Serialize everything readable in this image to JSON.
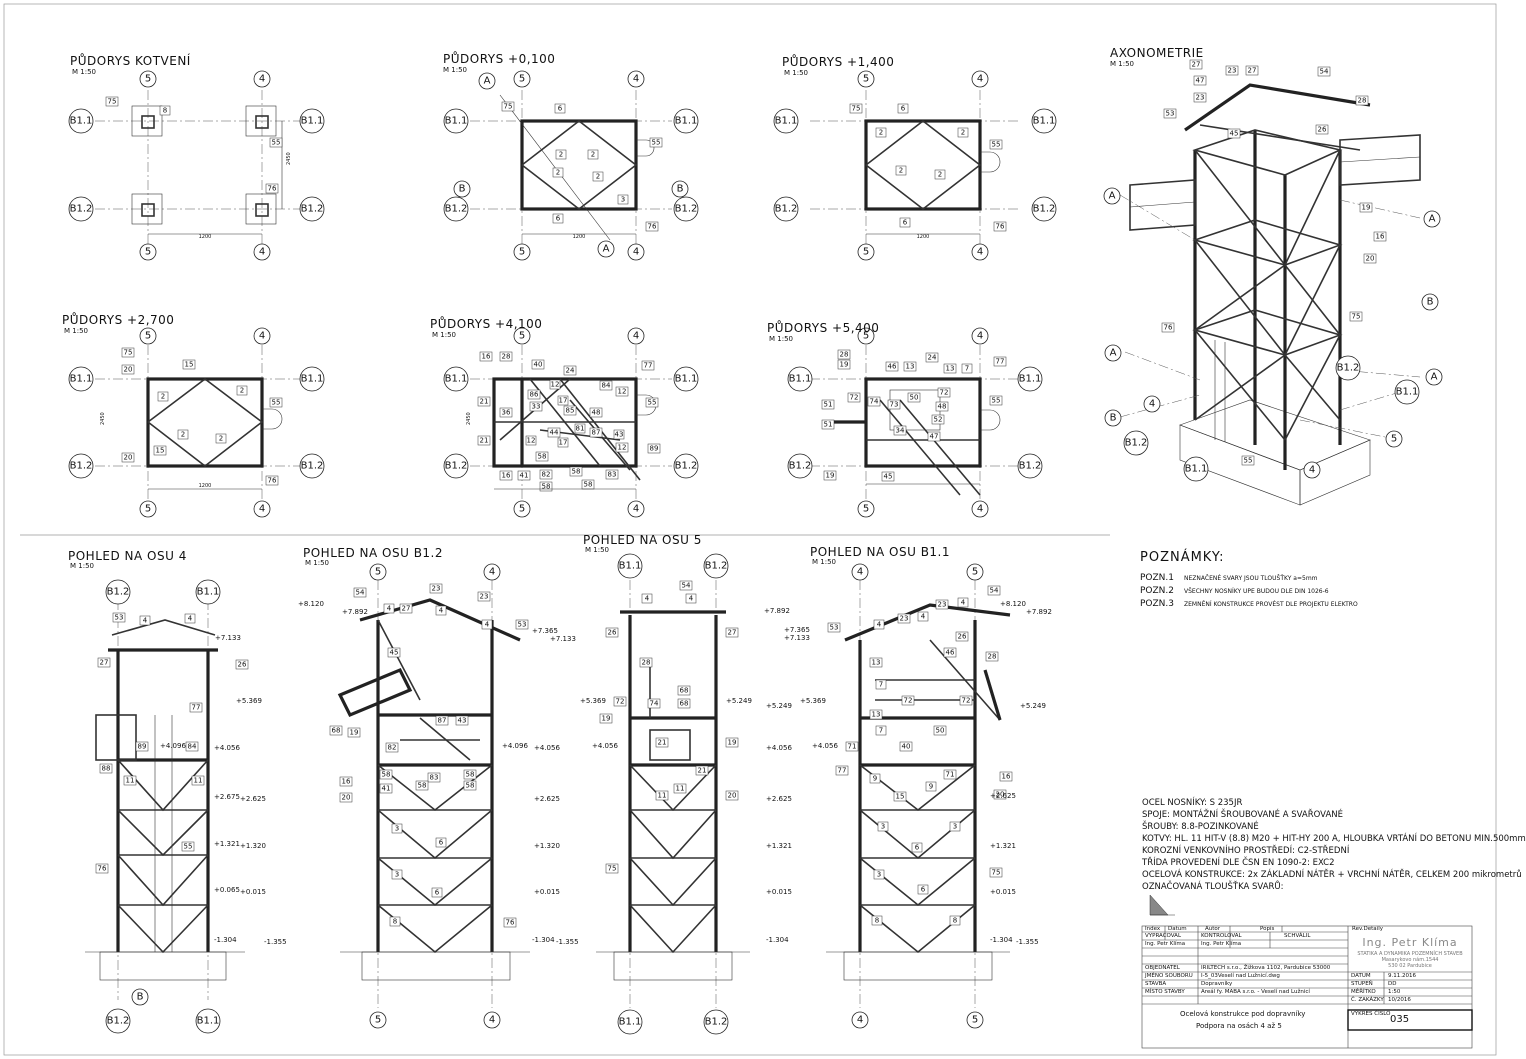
{
  "views": [
    {
      "title": "PŮDORYS KOTVENÍ",
      "scale": "M 1:50"
    },
    {
      "title": "PŮDORYS +0,100",
      "scale": "M 1:50"
    },
    {
      "title": "PŮDORYS +1,400",
      "scale": "M 1:50"
    },
    {
      "title": "AXONOMETRIE",
      "scale": "M 1:50"
    },
    {
      "title": "PŮDORYS +2,700",
      "scale": "M 1:50"
    },
    {
      "title": "PŮDORYS +4,100",
      "scale": "M 1:50"
    },
    {
      "title": "PŮDORYS +5,400",
      "scale": "M 1:50"
    },
    {
      "title": "POHLED NA OSU 4",
      "scale": "M 1:50"
    },
    {
      "title": "POHLED NA OSU B1.2",
      "scale": "M 1:50"
    },
    {
      "title": "POHLED NA OSU 5",
      "scale": "M 1:50"
    },
    {
      "title": "POHLED NA OSU B1.1",
      "scale": "M 1:50"
    }
  ],
  "axis_labels": {
    "a5": "5",
    "a4": "4",
    "b11": "B1.1",
    "b12": "B1.2",
    "A": "A",
    "B": "B"
  },
  "plan_dims": {
    "span_x": "1200",
    "span_y": "2450"
  },
  "levels": [
    "+8.120",
    "+7.892",
    "+7.365",
    "+7.133",
    "+5.369",
    "+5.249",
    "+4.096",
    "+4.056",
    "+2.675",
    "+2.625",
    "+1.321",
    "+1.320",
    "+0.065",
    "+0.015",
    "-1.304",
    "-1.355"
  ],
  "notes": {
    "title": "POZNÁMKY:",
    "items": [
      {
        "n": "POZN.1",
        "t": "NEZNAČENÉ SVARY JSOU TLOUŠŤKY a=5mm"
      },
      {
        "n": "POZN.2",
        "t": "VŠECHNY NOSNÍKY UPE BUDOU DLE DIN 1026-6"
      },
      {
        "n": "POZN.3",
        "t": "ZEMNĚNÍ KONSTRUKCE PROVÉST DLE PROJEKTU ELEKTRO"
      }
    ]
  },
  "specs": [
    "OCEL NOSNÍKY:  S 235JR",
    "SPOJE: MONTÁŽNÍ ŠROUBOVANÉ A SVAŘOVANÉ",
    "ŠROUBY:  8.8-POZINKOVANÉ",
    "KOTVY:  HL. 11 HIT-V (8.8) M20 + HIT-HY 200 A, HLOUBKA VRTÁNÍ DO BETONU MIN.500mm",
    "KOROZNÍ VENKOVNÍHO PROSTŘEDÍ: C2-STŘEDNÍ",
    "TŘÍDA PROVEDENÍ DLE ČSN EN 1090-2: EXC2",
    "OCELOVÁ KONSTRUKCE: 2x ZÁKLADNÍ NÁTĚR + VRCHNÍ NÁTĚR, CELKEM 200 mikrometrů",
    "OZNAČOVANÁ TLOUŠŤKA SVARŮ:"
  ],
  "title_block": {
    "h_index": "Index",
    "h_datum": "Datum",
    "h_autor": "Autor",
    "h_popis": "Popis",
    "h_rev": "Rev.Detaily",
    "vypracoval_l": "VYPRACOVAL",
    "vypracoval_v": "Ing. Petr Klíma",
    "kontroloval_l": "KONTROLOVAL",
    "kontroloval_v": "Ing. Petr Klíma",
    "schvalil_l": "SCHVÁLIL",
    "objednatel_l": "OBJEDNATEL",
    "objednatel_v": "IRILTECH s.r.o., Žižkova 1102, Pardubice 53000",
    "soubor_l": "JMÉNO SOUBORU",
    "soubor_v": "I-5_03Veselí nad Lužnicí.dwg",
    "stavba_l": "STAVBA",
    "stavba_v": "Dopravníky",
    "misto_l": "MÍSTO STAVBY",
    "misto_v": "Areál fy. MABA s.r.o. - Veselí nad Lužnicí",
    "drawing_1": "Ocelová konstrukce pod dopravníky",
    "drawing_2": "Podpora na osách 4 až 5",
    "engineer": "Ing. Petr Klíma",
    "eng_sub1": "STATIKA A DYNAMIKA POZEMNÍCH STAVEB",
    "eng_sub2": "Masarykovo nám.1544",
    "eng_sub3": "530 02 Pardubice",
    "datum_l": "DATUM",
    "datum_v": "9.11.2016",
    "stupen_l": "STUPEŇ",
    "stupen_v": "DD",
    "meritko_l": "MĚŘÍTKO",
    "meritko_v": "1:50",
    "zakazka_l": "Č. ZAKÁZKY",
    "zakazka_v": "10/2016",
    "vykres_l": "VÝKRES ČÍSLO",
    "vykres_v": "035"
  }
}
